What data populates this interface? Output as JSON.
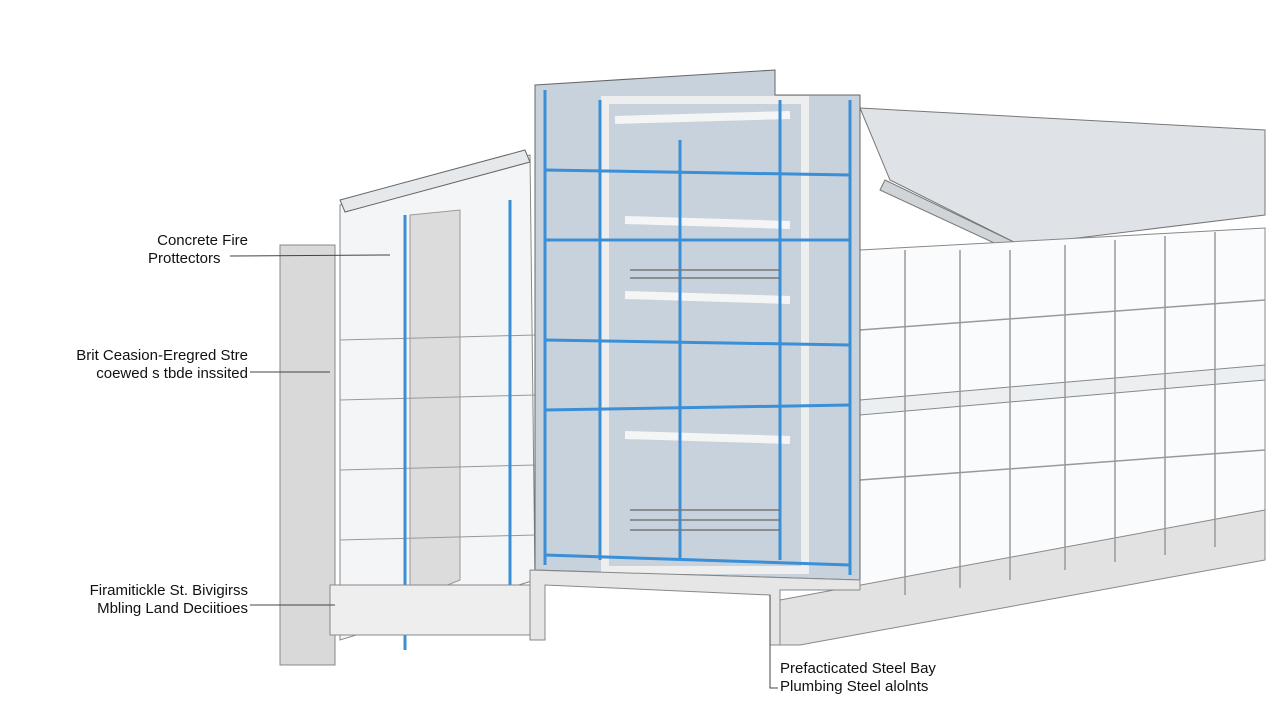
{
  "labels": [
    {
      "line1": "Concrete Fire",
      "line2": "Prottectors"
    },
    {
      "line1": "Brit Ceasion-Eregred Stre",
      "line2": "coewed s tbde inssited"
    },
    {
      "line1": "Firamitickle St. Bivigirss",
      "line2": "Mbling Land Deciitioes"
    },
    {
      "line1": "Prefacticated Steel Bay",
      "line2": "Plumbing Steel alolnts"
    }
  ],
  "colors": {
    "pipe": "#3a8fd6",
    "structure": "#9aa4ad",
    "tower_fill": "#c8d2dc",
    "wall": "#d9d9d9"
  }
}
